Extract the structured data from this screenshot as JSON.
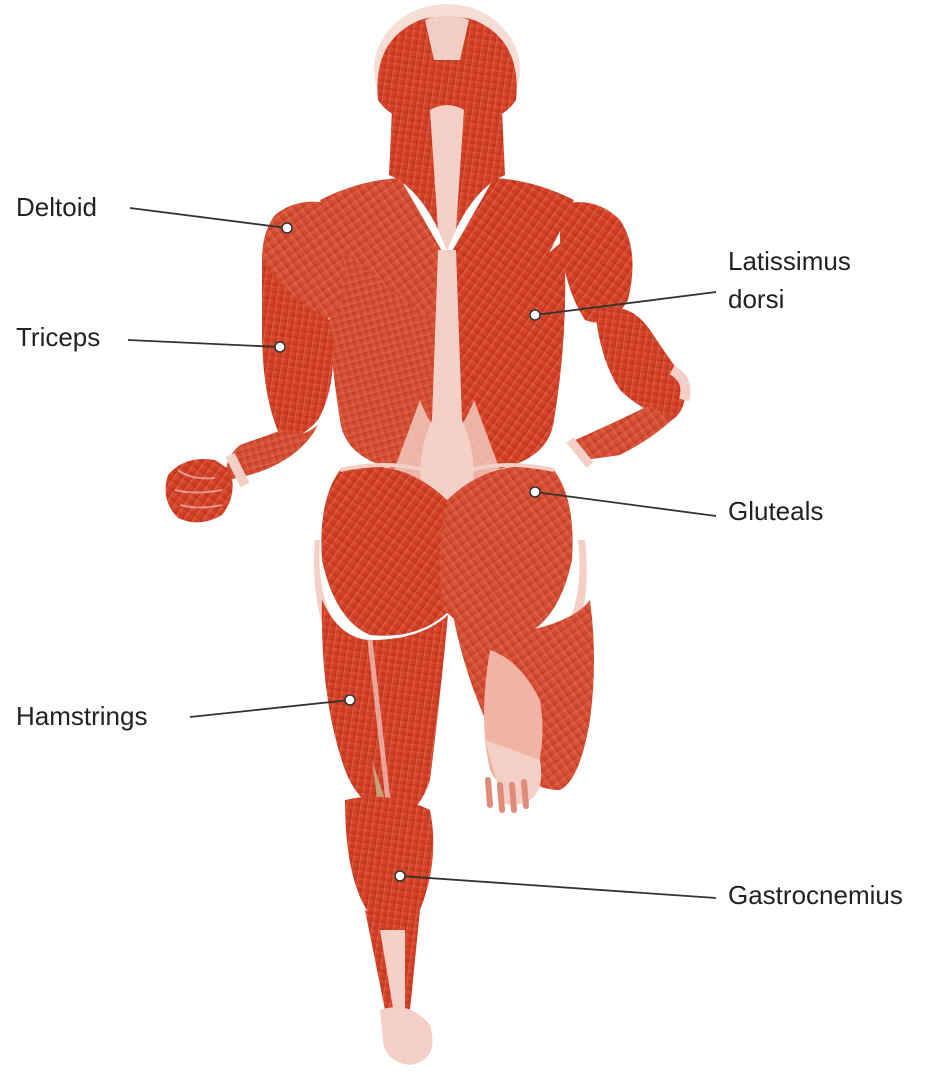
{
  "labels": {
    "deltoid": "Deltoid",
    "triceps": "Triceps",
    "latissimus_line1": "Latissimus",
    "latissimus_line2": "dorsi",
    "gluteals": "Gluteals",
    "hamstrings": "Hamstrings",
    "gastrocnemius": "Gastrocnemius"
  },
  "colors": {
    "muscle": "#d4452c",
    "muscle_dark": "#a8301c",
    "muscle_light": "#e8704f",
    "tendon": "#f4cfc6",
    "skin_pale": "#f7d8d0",
    "leader_line": "#333333",
    "text": "#222222"
  }
}
